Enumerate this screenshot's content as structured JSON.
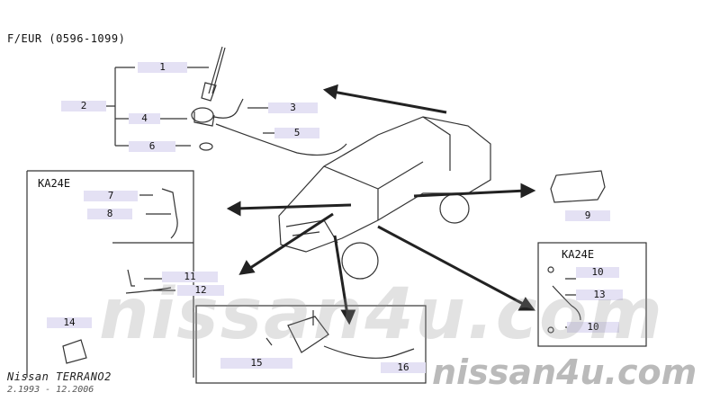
{
  "header": {
    "code": "F/EUR (0596-1099)"
  },
  "footer": {
    "model": "Nissan TERRANO2",
    "dates": "2.1993 - 12.2006"
  },
  "watermark": {
    "text": "nissan4u.com"
  },
  "boxes": {
    "left": "KA24E",
    "right": "KA24E"
  },
  "callouts": [
    "1",
    "2",
    "3",
    "4",
    "5",
    "6",
    "7",
    "8",
    "9",
    "10",
    "11",
    "12",
    "13",
    "14",
    "15",
    "16",
    "10"
  ],
  "colors": {
    "label_bg": "#e4e1f4",
    "line": "#333333"
  }
}
